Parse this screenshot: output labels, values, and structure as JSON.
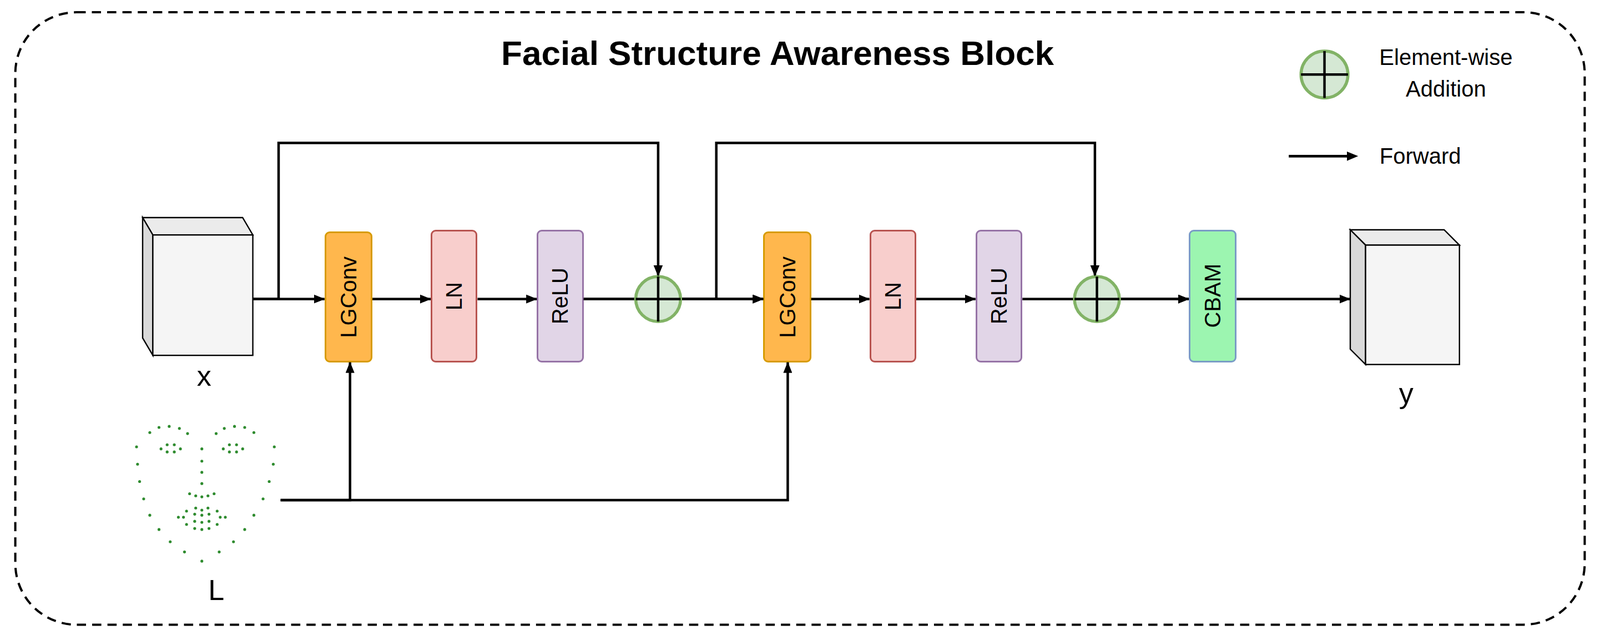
{
  "diagram": {
    "title": "Facial Structure Awareness Block",
    "nodes": [
      {
        "text": [
          "x"
        ]
      },
      {
        "text": [
          "L"
        ]
      },
      {
        "text": [
          "LGConv"
        ]
      },
      {
        "text": [
          "LN"
        ]
      },
      {
        "text": [
          "ReLU"
        ]
      },
      {
        "text": [
          "LGConv"
        ]
      },
      {
        "text": [
          "LN"
        ]
      },
      {
        "text": [
          "ReLU"
        ]
      },
      {
        "text": [
          "CBAM"
        ]
      },
      {
        "text": [
          "y"
        ]
      }
    ],
    "edges": [
      {
        "from": 0,
        "to": 2,
        "arrow": "to"
      },
      {
        "from": 2,
        "to": 3,
        "arrow": "to"
      },
      {
        "from": 3,
        "to": 4,
        "arrow": "to"
      },
      {
        "from": 4,
        "to": 5,
        "arrow": "to"
      },
      {
        "from": 0,
        "to": 5,
        "arrow": "to"
      },
      {
        "from": 5,
        "to": 6,
        "arrow": "to"
      },
      {
        "from": 6,
        "to": 7,
        "arrow": "to"
      },
      {
        "from": 7,
        "to": 8,
        "arrow": "to"
      },
      {
        "from": 4,
        "to": 8,
        "arrow": "to"
      },
      {
        "from": 8,
        "to": 9,
        "arrow": "to"
      },
      {
        "from": 1,
        "to": 2,
        "arrow": "to"
      },
      {
        "from": 1,
        "to": 5,
        "arrow": "to"
      }
    ],
    "legend": [
      {
        "text": "Element-wise Addition"
      },
      {
        "text": "Forward"
      }
    ]
  }
}
